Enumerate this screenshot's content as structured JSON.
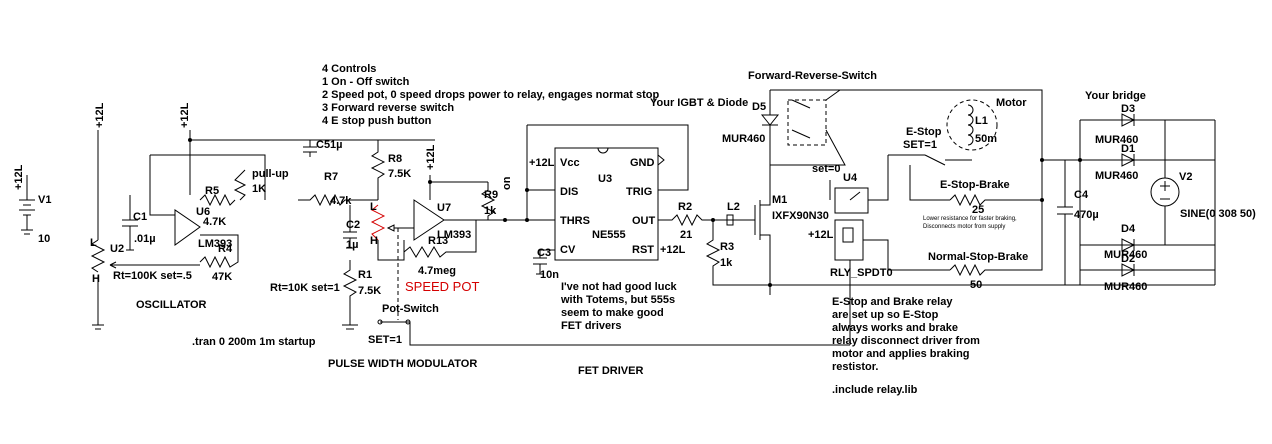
{
  "labels": {
    "v1": "V1",
    "v1_net": "+12L",
    "v1_val": "10",
    "rail_12l_a": "+12L",
    "rail_12l_b": "+12L",
    "rail_12l_c": "+12L",
    "u2": "U2",
    "u2_rt": "Rt=100K set=.5",
    "u2_l": "L",
    "u2_h": "H",
    "c1": "C1",
    "c1_val": ".01µ",
    "u6": "U6",
    "u6_part": "LM393",
    "r5": "R5",
    "r5_val": "4.7K",
    "r4": "R4",
    "r4_val": "47K",
    "pullup": "pull-up",
    "pullup_val": "1K",
    "oscillator": "OSCILLATOR",
    "tran": ".tran 0 200m 1m startup",
    "controls_title": "4 Controls",
    "controls_1": "1 On - Off switch",
    "controls_2": "2 Speed pot, 0 speed drops power to relay, engages normat stop",
    "controls_3": "3 Forward reverse switch",
    "controls_4": "4 E stop push button",
    "c5": "C5",
    "c5_val": "1µ",
    "r8": "R8",
    "r8_val": "7.5K",
    "r7": "R7",
    "r7_val": "4.7k",
    "c2": "C2",
    "c2_val": "1µ",
    "pot_l": "L",
    "pot_h": "H",
    "r13": "R13",
    "r13_val": "4.7meg",
    "speed_pot": "SPEED POT",
    "u7": "U7",
    "u7_part": "LM393",
    "r9": "R9",
    "r9_val": "1k",
    "on": "on",
    "r1": "R1",
    "r1_val": "7.5K",
    "r1_rt": "Rt=10K set=1",
    "pot_switch": "Pot-Switch",
    "pot_switch_set": "SET=1",
    "pwm": "PULSE WIDTH MODULATOR",
    "u3": "U3",
    "u3_part": "NE555",
    "u3_vcc": "Vcc",
    "u3_gnd": "GND",
    "u3_dis": "DIS",
    "u3_trig": "TRIG",
    "u3_thrs": "THRS",
    "u3_out": "OUT",
    "u3_cv": "CV",
    "u3_rst": "RST",
    "u3_12l": "+12L",
    "u3_rst_12l": "+12L",
    "c3": "C3",
    "c3_val": "10n",
    "note_totem": "I've not had good luck with Totems, but 555s seem to make good FET drivers",
    "fet_driver": "FET DRIVER",
    "r2": "R2",
    "r2_val": "21",
    "l2": "L2",
    "r3": "R3",
    "r3_val": "1k",
    "m1": "M1",
    "m1_part": "IXFX90N30",
    "your_igbt": "Your IGBT & Diode",
    "d5": "D5",
    "d5_part": "MUR460",
    "fwd_rev": "Forward-Reverse-Switch",
    "fwd_rev_set": "set=0",
    "motor": "Motor",
    "l1": "L1",
    "l1_val": "50m",
    "estop": "E-Stop",
    "estop_set": "SET=1",
    "estop_brake": "E-Stop-Brake",
    "estop_brake_val": "25",
    "lower_res_1": "Lower resistance for faster braking,",
    "lower_res_2": "Disconnects motor from supply",
    "u4": "U4",
    "u4_12l": "+12L",
    "rly": "RLY_SPDT0",
    "normal_brake": "Normal-Stop-Brake",
    "normal_brake_val": "50",
    "c4": "C4",
    "c4_val": "470µ",
    "your_bridge": "Your bridge",
    "d3": "D3",
    "d1": "D1",
    "d4": "D4",
    "d2": "D2",
    "mur": "MUR460",
    "v2": "V2",
    "v2_val": "SINE(0 308 50)",
    "note_relay_1": "E-Stop and Brake relay",
    "note_relay_2": "are set up so E-Stop",
    "note_relay_3": "always works and brake",
    "note_relay_4": "relay disconnect driver from",
    "note_relay_5": "motor and applies braking",
    "note_relay_6": "restistor.",
    "include": ".include relay.lib"
  },
  "colors": {
    "wire": "#000000",
    "accent": "#d40000"
  }
}
